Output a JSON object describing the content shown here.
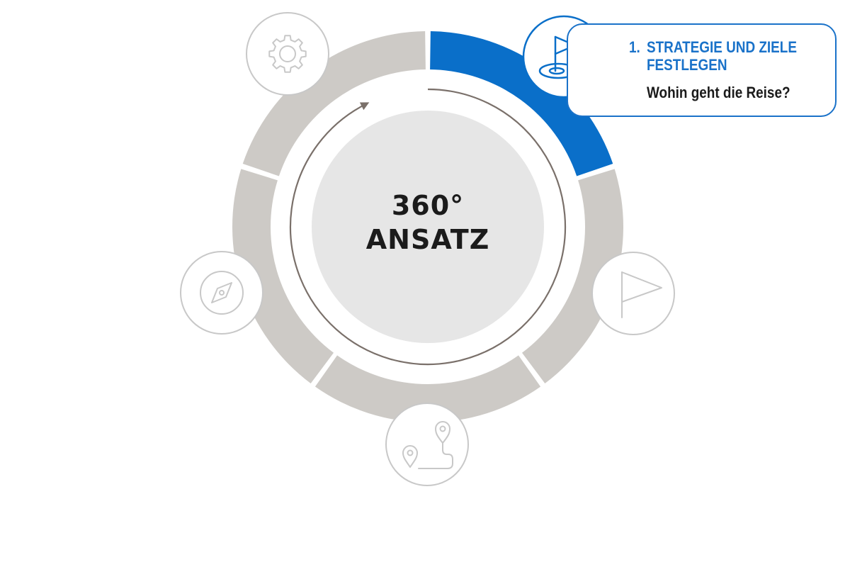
{
  "colors": {
    "accent": "#0a6fc9",
    "ring_inactive": "#cdcac6",
    "icon_gray": "#c8c8c8",
    "center_fill": "#e6e6e6",
    "arrow": "#7a706a",
    "text_dark": "#1b1b1b"
  },
  "center": {
    "line1": "360°",
    "line2": "ANSATZ"
  },
  "active_step": {
    "number": "1.",
    "title": "STRATEGIE UND ZIELE FESTLEGEN",
    "question": "Wohin geht die Reise?",
    "icon": "golf-flag-icon"
  },
  "segments": [
    {
      "step": 1,
      "active": true
    },
    {
      "step": 2,
      "active": false
    },
    {
      "step": 3,
      "active": false
    },
    {
      "step": 4,
      "active": false
    },
    {
      "step": 5,
      "active": false
    }
  ],
  "step_icons": [
    {
      "step": 2,
      "icon": "flag-icon"
    },
    {
      "step": 3,
      "icon": "route-pins-icon"
    },
    {
      "step": 4,
      "icon": "compass-icon"
    },
    {
      "step": 5,
      "icon": "gear-icon"
    }
  ]
}
